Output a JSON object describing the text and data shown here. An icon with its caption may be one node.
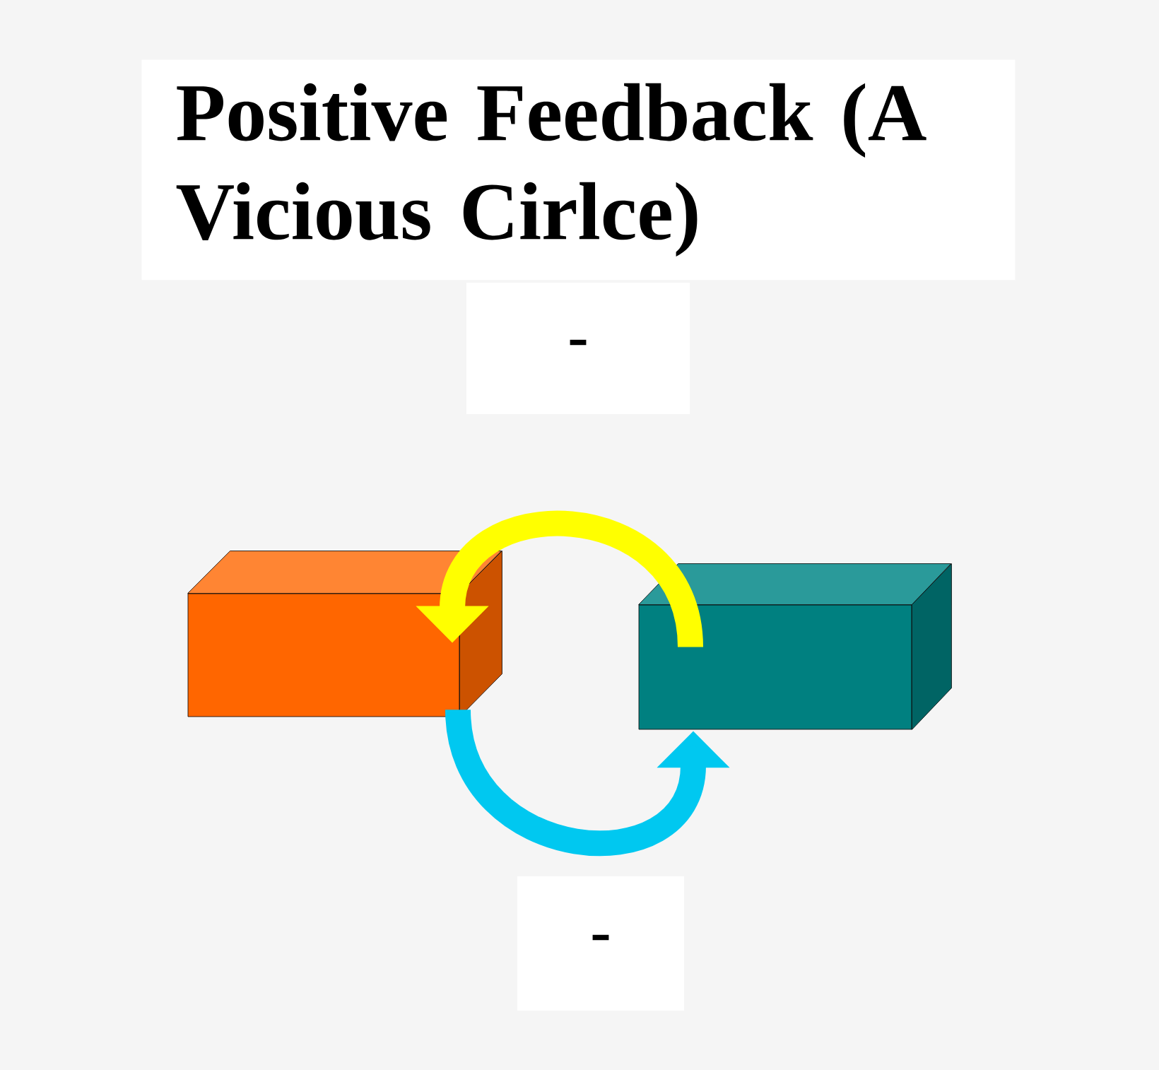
{
  "diagram": {
    "title": "Positive Feedback (A Vicious Cirlce)",
    "nodes": [
      {
        "text": [],
        "shape": "box"
      },
      {
        "text": [],
        "shape": "box"
      }
    ],
    "edges": [
      {
        "from": 1,
        "to": 0,
        "arrow": "to",
        "color": "#ffff00"
      },
      {
        "from": 0,
        "to": 1,
        "arrow": "to",
        "color": "#00c8f0"
      }
    ],
    "labels": [
      "-",
      "-"
    ]
  }
}
